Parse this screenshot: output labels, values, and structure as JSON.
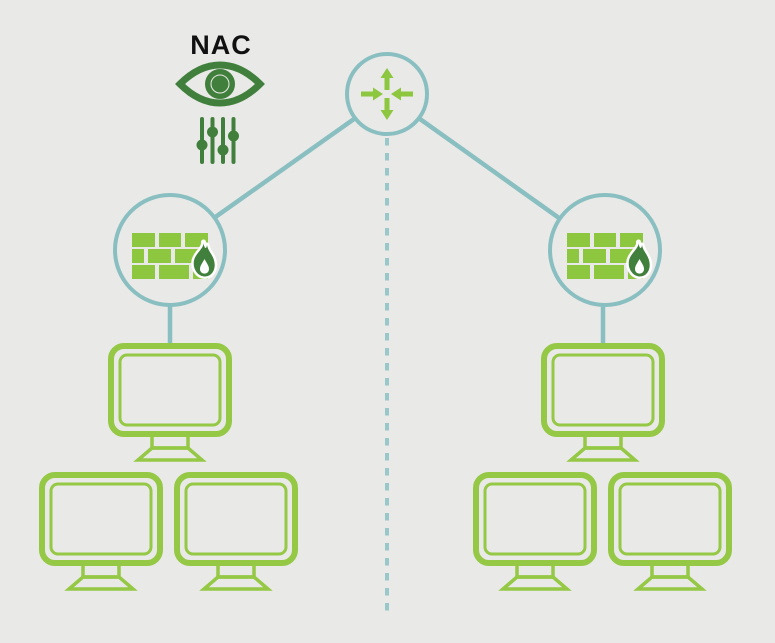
{
  "diagram": {
    "nac_label": "NAC",
    "nac_block": {
      "icons": [
        "eye-icon",
        "sliders-icon"
      ],
      "meaning": "network access control monitoring"
    },
    "nodes": [
      {
        "id": "router",
        "icon": "crossed-arrows-icon",
        "shape": "circle"
      },
      {
        "id": "firewall-left",
        "icon": "firewall-icon",
        "shape": "circle"
      },
      {
        "id": "firewall-right",
        "icon": "firewall-icon",
        "shape": "circle"
      }
    ],
    "links": [
      {
        "from": "router",
        "to": "firewall-left",
        "style": "solid"
      },
      {
        "from": "router",
        "to": "firewall-right",
        "style": "solid"
      },
      {
        "from": "firewall-left",
        "to": "left-top-monitor",
        "style": "solid"
      },
      {
        "from": "firewall-right",
        "to": "right-top-monitor",
        "style": "solid"
      }
    ],
    "divider": {
      "style": "dashed-vertical-line"
    },
    "endpoints": {
      "left_zone": {
        "top_monitors": 1,
        "bottom_monitors": 2
      },
      "right_zone": {
        "top_monitors": 1,
        "bottom_monitors": 2
      }
    },
    "colors": {
      "background": "#e9e9e7",
      "line_teal": "#8abfc1",
      "dash_teal": "#9ac8ca",
      "green": "#8dc63f",
      "monitor_green": "#94c845",
      "dark_green": "#41803c",
      "text": "#111111",
      "white": "#ffffff"
    }
  }
}
